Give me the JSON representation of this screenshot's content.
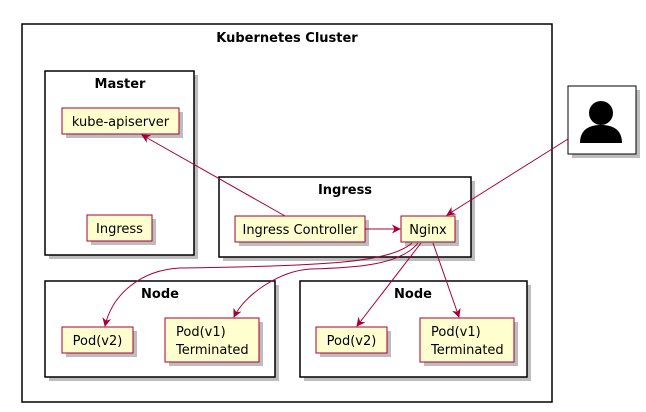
{
  "colors": {
    "component_fill": "#fefece",
    "component_border": "#a80036",
    "arrow": "#a80036",
    "frame_border": "#000000"
  },
  "cluster": {
    "title": "Kubernetes Cluster",
    "master": {
      "title": "Master",
      "apiserver": "kube-apiserver",
      "ingress": "Ingress"
    },
    "ingress": {
      "title": "Ingress",
      "controller": "Ingress Controller",
      "nginx": "Nginx"
    },
    "node_left": {
      "title": "Node",
      "pod_v2": "Pod(v2)",
      "pod_v1_line1": "Pod(v1)",
      "pod_v1_line2": "Terminated"
    },
    "node_right": {
      "title": "Node",
      "pod_v2": "Pod(v2)",
      "pod_v1_line1": "Pod(v1)",
      "pod_v1_line2": "Terminated"
    }
  },
  "actor": {
    "icon": "user-icon"
  }
}
